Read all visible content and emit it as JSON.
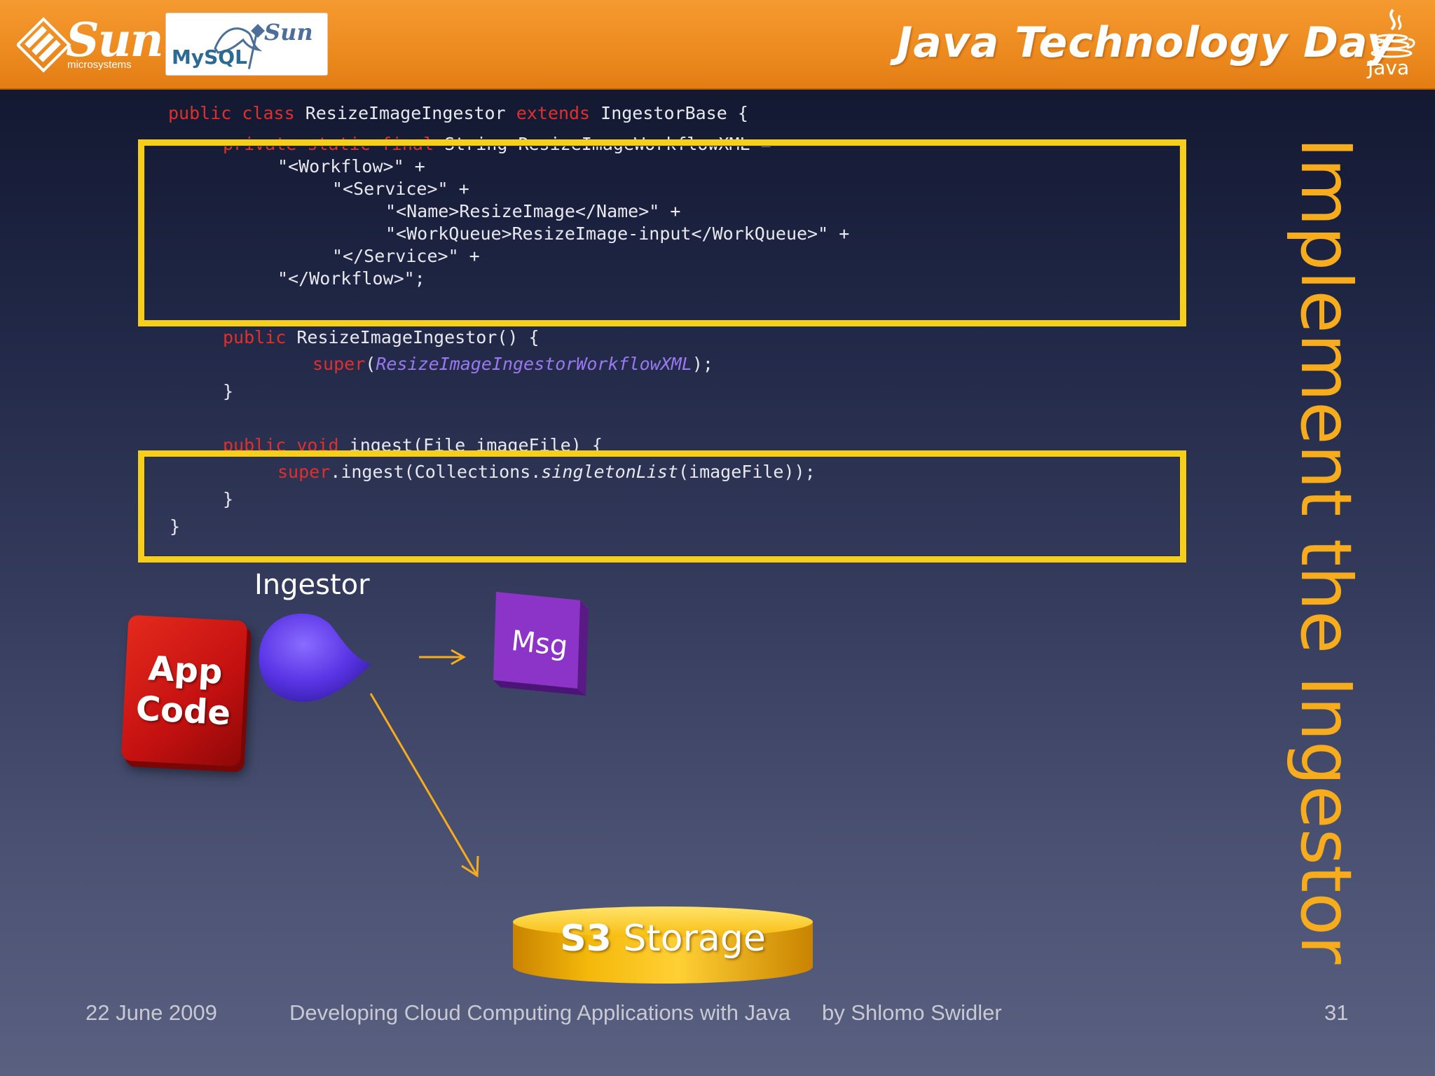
{
  "header": {
    "sun_brand": "Sun",
    "sun_sub": "microsystems",
    "mysql_brand": "MySQL",
    "mysql_sun": "Sun",
    "title": "Java Technology Day",
    "java_word": "Java"
  },
  "slide": {
    "title": "Implement the Ingestor",
    "colors": {
      "accent": "#f6ac1c",
      "highlight_box": "#f6cf1d",
      "header": "#ec8a1f"
    }
  },
  "code": {
    "line1": {
      "kw": "public class",
      "name": "ResizeImageIngestor",
      "kw2": "extends",
      "rest": "IngestorBase {"
    },
    "line2": {
      "kw": "private static final",
      "rest": "String ResizeImageWorkflowXML ="
    },
    "line3": "\"<Workflow>\" +",
    "line4": "\"<Service>\" +",
    "line5": "\"<Name>ResizeImage</Name>\" +",
    "line6": "\"<WorkQueue>ResizeImage-input</WorkQueue>\" +",
    "line7": "\"</Service>\" +",
    "line8": "\"</Workflow>\";",
    "line9": {
      "kw": "public",
      "rest": "ResizeImageIngestor() {"
    },
    "line10": {
      "kw": "super",
      "open": "(",
      "arg": "ResizeImageIngestorWorkflowXML",
      "close": ");"
    },
    "line11": "}",
    "line12": {
      "kw": "public void",
      "rest": "ingest(File imageFile) {"
    },
    "line13": {
      "kw": "super",
      "pre": ".ingest(Collections.",
      "ital": "singletonList",
      "post": "(imageFile));"
    },
    "line14": "}",
    "line15": "}"
  },
  "diagram": {
    "ingestor_label": "Ingestor",
    "app_code_label": "App\nCode",
    "msg_label": "Msg",
    "storage_bold": "S3",
    "storage_rest": " Storage"
  },
  "footer": {
    "date": "22 June 2009",
    "talk": "Developing Cloud Computing Applications with Java",
    "author": "by Shlomo Swidler",
    "page": "31"
  }
}
